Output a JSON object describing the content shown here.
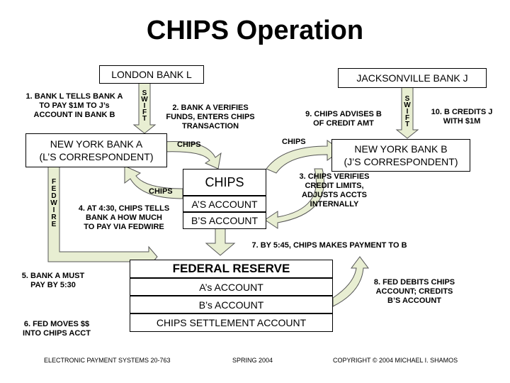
{
  "title": "CHIPS Operation",
  "banks": {
    "london": "LONDON BANK L",
    "jacksonville": "JACKSONVILLE BANK J",
    "ny_a": "NEW YORK BANK A\n(L’S CORRESPONDENT)",
    "ny_b": "NEW YORK BANK B\n(J’S CORRESPONDENT)"
  },
  "chips_box": {
    "title": "CHIPS",
    "row1": "A’S ACCOUNT",
    "row2": "B’S ACCOUNT"
  },
  "fed_box": {
    "title": "FEDERAL RESERVE",
    "row1": "A’s ACCOUNT",
    "row2": "B’s ACCOUNT",
    "row3": "CHIPS SETTLEMENT ACCOUNT"
  },
  "vertical_labels": {
    "swift_left": "SWIFT",
    "swift_right": "SWIFT",
    "fedwire": "FEDWIRE"
  },
  "arrow_labels": {
    "chips_upper_left": "CHIPS",
    "chips_upper_right": "CHIPS",
    "chips_lower_left": "CHIPS"
  },
  "steps": {
    "s1": "1.  BANK L TELLS BANK A\nTO PAY $1M TO J’s\nACCOUNT IN BANK B",
    "s2": "2. BANK A VERIFIES\nFUNDS, ENTERS CHIPS\nTRANSACTION",
    "s3": "3. CHIPS VERIFIES\nCREDIT LIMITS,\nADJUSTS ACCTS\nINTERNALLY",
    "s4": "4. AT 4:30, CHIPS TELLS\nBANK A HOW MUCH\nTO PAY VIA FEDWIRE",
    "s5": "5. BANK A MUST\nPAY BY 5:30",
    "s6": "6. FED MOVES $$\nINTO CHIPS ACCT",
    "s7": "7. BY 5:45, CHIPS MAKES PAYMENT TO B",
    "s8": "8. FED DEBITS CHIPS\nACCOUNT; CREDITS\nB’S ACCOUNT",
    "s9": "9. CHIPS ADVISES B\nOF CREDIT AMT",
    "s10": "10. B CREDITS J\nWITH $1M"
  },
  "footer": {
    "left": "ELECTRONIC PAYMENT SYSTEMS 20-763",
    "center": "SPRING 2004",
    "right": "COPYRIGHT © 2004 MICHAEL I. SHAMOS"
  },
  "colors": {
    "arrow_fill": "#e8eed2",
    "arrow_stroke": "#555555",
    "box_border": "#000000"
  }
}
